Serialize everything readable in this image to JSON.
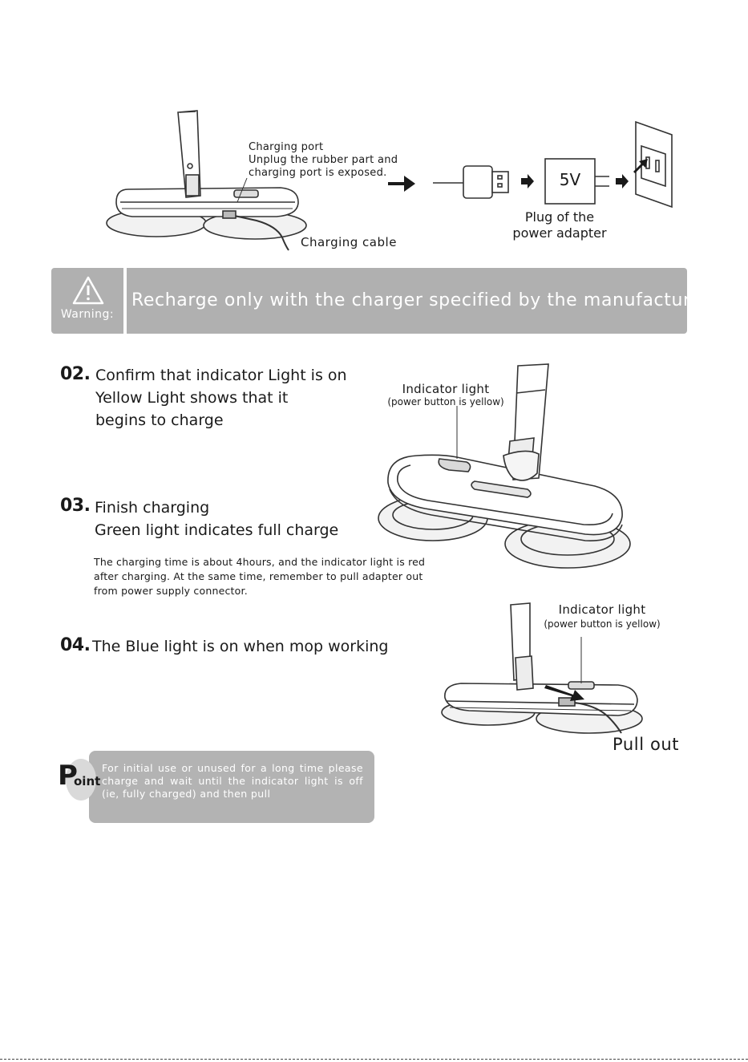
{
  "top_diagram": {
    "charging_port_title": "Charging port",
    "charging_port_line1": "Unplug the rubber part and",
    "charging_port_line2": "charging port is exposed.",
    "charging_cable": "Charging cable",
    "adapter_voltage": "5V",
    "plug_label_line1": "Plug of the",
    "plug_label_line2": "power adapter"
  },
  "warning": {
    "label": "Warning:",
    "text": "Recharge only with the charger specified by the manufacturer."
  },
  "step02": {
    "number": "02.",
    "line1": "Confirm that indicator Light is on",
    "line2": "Yellow Light shows that it",
    "line3": "begins to charge",
    "indicator_label": "Indicator light",
    "indicator_sub": "(power button is yellow)"
  },
  "step03": {
    "number": "03.",
    "line1": "Finish charging",
    "line2": "Green light indicates full charge",
    "note_line1": "The charging time is about 4hours, and the indicator light is red",
    "note_line2": "after charging. At the same time, remember to pull adapter out",
    "note_line3": "from power supply connector."
  },
  "step04": {
    "number": "04.",
    "text": "The Blue light is on when mop working",
    "indicator_label": "Indicator light",
    "indicator_sub": "(power button is yellow)",
    "pull_out": "Pull out"
  },
  "point": {
    "badge_p": "P",
    "badge_rest": "oint",
    "text": "For initial use or unused for a long time please charge and wait until the indicator light is off (ie, fully charged) and then pull"
  }
}
